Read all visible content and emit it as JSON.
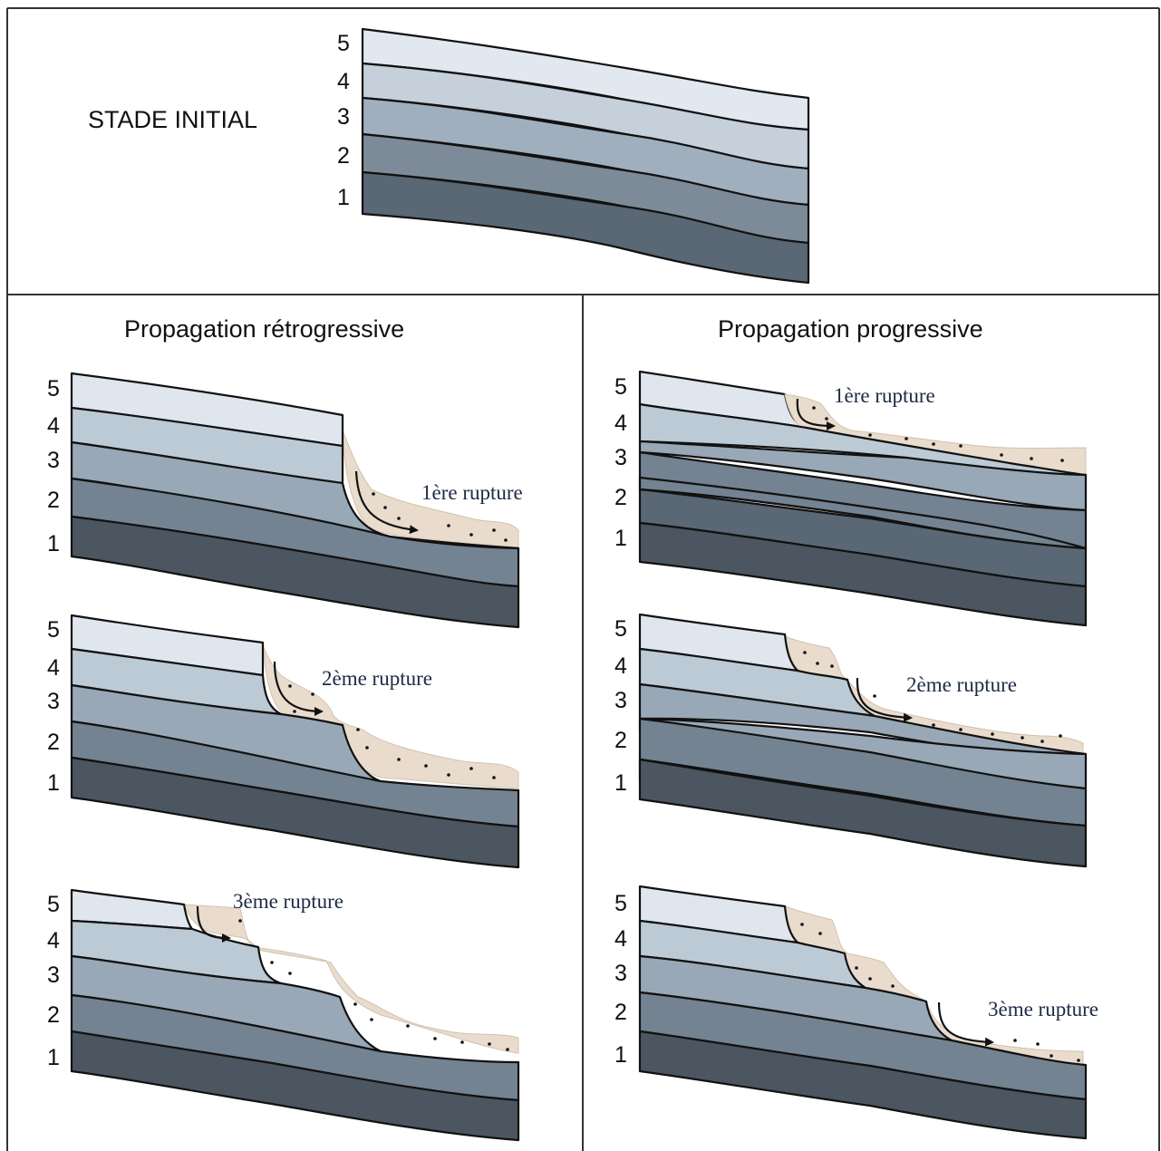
{
  "figure": {
    "initial_label": "STADE INITIAL",
    "left_title": "Propagation rétrogressive",
    "right_title": "Propagation progressive",
    "layer_numbers": [
      "5",
      "4",
      "3",
      "2",
      "1"
    ],
    "layer_colors": [
      "#e2e8ef",
      "#c5d0da",
      "#a0afbd",
      "#7d8b99",
      "#5a6774"
    ],
    "lower_layer_colors": [
      "#dfe6ee",
      "#bccad6",
      "#98a8b6",
      "#748391",
      "#4c5661"
    ],
    "debris_color": "#e9dccd",
    "ruptures": {
      "first": "1ère rupture",
      "second": "2ème rupture",
      "third": "3ème rupture"
    }
  }
}
